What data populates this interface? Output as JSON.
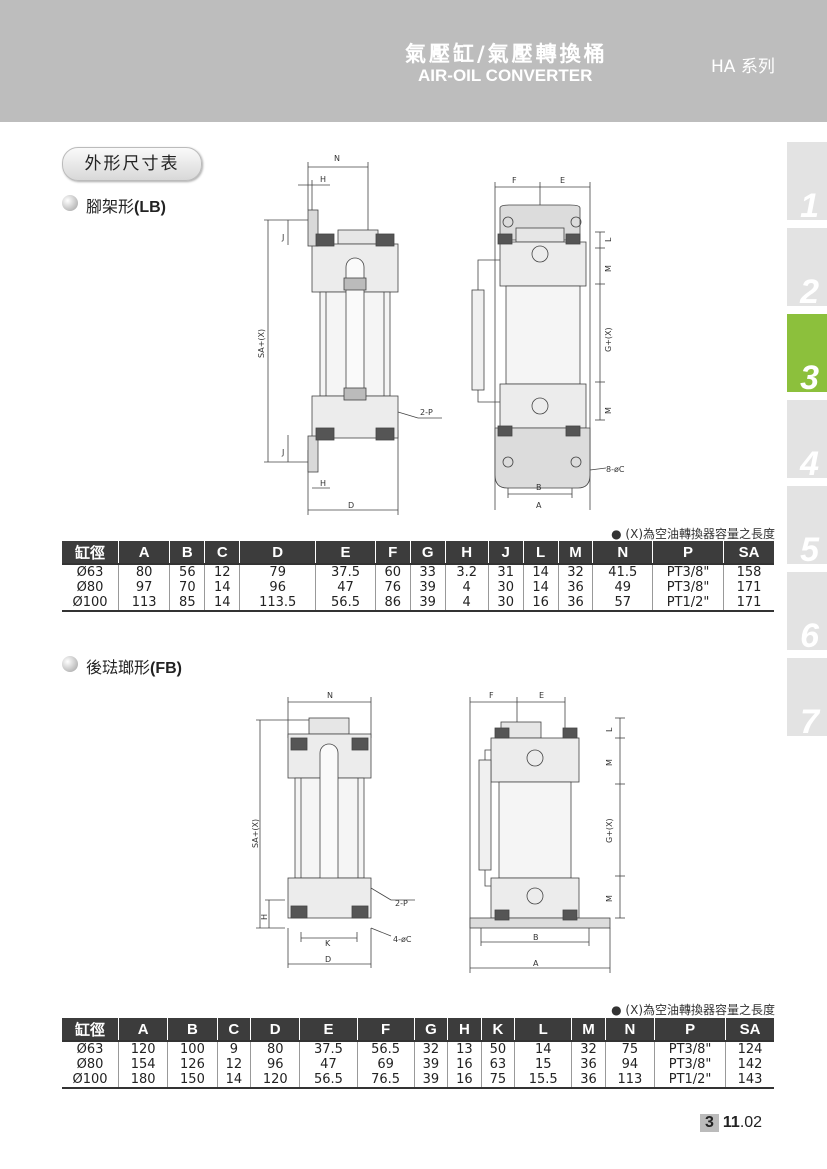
{
  "header": {
    "title_zh": "氣壓缸/氣壓轉換桶",
    "title_en": "AIR-OIL CONVERTER",
    "series": "HA 系列"
  },
  "side_tabs": [
    {
      "label": "1",
      "active": false
    },
    {
      "label": "2",
      "active": false
    },
    {
      "label": "3",
      "active": true
    },
    {
      "label": "4",
      "active": false
    },
    {
      "label": "5",
      "active": false
    },
    {
      "label": "6",
      "active": false
    },
    {
      "label": "7",
      "active": false
    }
  ],
  "section_title": "外形尺寸表",
  "lb": {
    "label_zh": "腳架形",
    "label_code": "(LB)",
    "note": "● (X)為空油轉換器容量之長度",
    "drawing_labels": {
      "N": "N",
      "H": "H",
      "J": "J",
      "SA": "SA+(X)",
      "D": "D",
      "P": "2-P",
      "F": "F",
      "E": "E",
      "L": "L",
      "M": "M",
      "G": "G+(X)",
      "C": "8-øC",
      "B": "B",
      "A": "A"
    },
    "headers": [
      "缸徑",
      "A",
      "B",
      "C",
      "D",
      "E",
      "F",
      "G",
      "H",
      "J",
      "L",
      "M",
      "N",
      "P",
      "SA"
    ],
    "rows": [
      [
        "Ø63",
        "80",
        "56",
        "12",
        "79",
        "37.5",
        "60",
        "33",
        "3.2",
        "31",
        "14",
        "32",
        "41.5",
        "PT3/8\"",
        "158"
      ],
      [
        "Ø80",
        "97",
        "70",
        "14",
        "96",
        "47",
        "76",
        "39",
        "4",
        "30",
        "14",
        "36",
        "49",
        "PT3/8\"",
        "171"
      ],
      [
        "Ø100",
        "113",
        "85",
        "14",
        "113.5",
        "56.5",
        "86",
        "39",
        "4",
        "30",
        "16",
        "36",
        "57",
        "PT1/2\"",
        "171"
      ]
    ]
  },
  "fb": {
    "label_zh": "後琺瑯形",
    "label_code": "(FB)",
    "note": "● (X)為空油轉換器容量之長度",
    "drawing_labels": {
      "N": "N",
      "SA": "SA+(X)",
      "H": "H",
      "K": "K",
      "D": "D",
      "P": "2-P",
      "C": "4-øC",
      "F": "F",
      "E": "E",
      "L": "L",
      "M": "M",
      "G": "G+(X)",
      "B": "B",
      "A": "A"
    },
    "headers": [
      "缸徑",
      "A",
      "B",
      "C",
      "D",
      "E",
      "F",
      "G",
      "H",
      "K",
      "L",
      "M",
      "N",
      "P",
      "SA"
    ],
    "rows": [
      [
        "Ø63",
        "120",
        "100",
        "9",
        "80",
        "37.5",
        "56.5",
        "32",
        "13",
        "50",
        "14",
        "32",
        "75",
        "PT3/8\"",
        "124"
      ],
      [
        "Ø80",
        "154",
        "126",
        "12",
        "96",
        "47",
        "69",
        "39",
        "16",
        "63",
        "15",
        "36",
        "94",
        "PT3/8\"",
        "142"
      ],
      [
        "Ø100",
        "180",
        "150",
        "14",
        "120",
        "56.5",
        "76.5",
        "39",
        "16",
        "75",
        "15.5",
        "36",
        "113",
        "PT1/2\"",
        "143"
      ]
    ]
  },
  "page_number": {
    "chapter": "3",
    "page": "11",
    "sub": ".02"
  }
}
